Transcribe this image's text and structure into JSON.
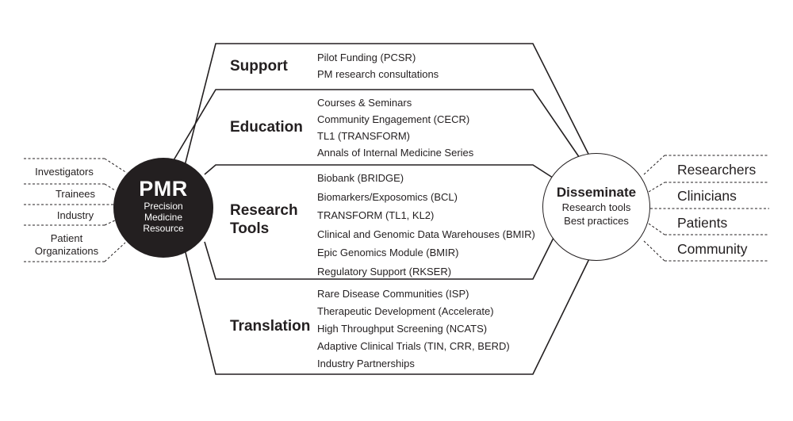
{
  "hub": {
    "title": "PMR",
    "subtitle": [
      "Precision",
      "Medicine",
      "Resource"
    ]
  },
  "stakeholders": [
    "Investigators",
    "Trainees",
    "Industry",
    "Patient Organizations"
  ],
  "sections": [
    {
      "title": "Support",
      "items": [
        "Pilot Funding (PCSR)",
        "PM research consultations"
      ]
    },
    {
      "title": "Education",
      "items": [
        "Courses & Seminars",
        "Community Engagement (CECR)",
        "TL1 (TRANSFORM)",
        "Annals of Internal Medicine Series"
      ]
    },
    {
      "title": "Research Tools",
      "items": [
        "Biobank (BRIDGE)",
        "Biomarkers/Exposomics (BCL)",
        "TRANSFORM (TL1, KL2)",
        "Clinical and Genomic Data Warehouses (BMIR)",
        "Epic Genomics Module (BMIR)",
        "Regulatory Support (RKSER)"
      ]
    },
    {
      "title": "Translation",
      "items": [
        "Rare Disease Communities (ISP)",
        "Therapeutic Development (Accelerate)",
        "High Throughput Screening (NCATS)",
        "Adaptive Clinical Trials (TIN, CRR, BERD)",
        "Industry Partnerships"
      ]
    }
  ],
  "disseminate": {
    "title": "Disseminate",
    "items": [
      "Research tools",
      "Best practices"
    ]
  },
  "audiences": [
    "Researchers",
    "Clinicians",
    "Patients",
    "Community"
  ],
  "colors": {
    "ink": "#231f20",
    "background": "#ffffff"
  }
}
